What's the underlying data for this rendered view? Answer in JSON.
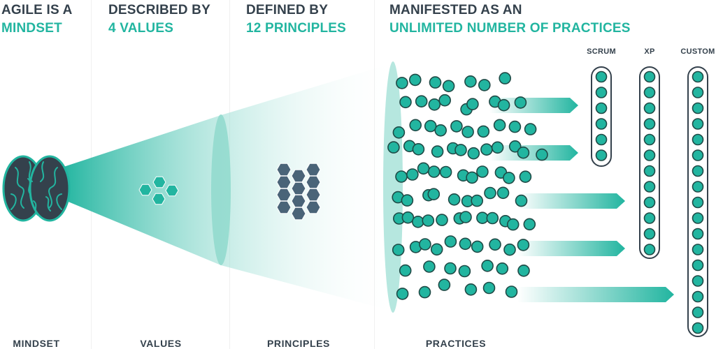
{
  "headings": {
    "mindset": {
      "line1": "AGILE IS A",
      "line2": "MINDSET"
    },
    "values": {
      "line1": "DESCRIBED BY",
      "line2": "4 VALUES"
    },
    "principles": {
      "line1": "DEFINED BY",
      "line2": "12 PRINCIPLES"
    },
    "practices": {
      "line1": "MANIFESTED AS AN",
      "line2": "UNLIMITED NUMBER OF PRACTICES"
    }
  },
  "frameworks": {
    "scrum": "SCRUM",
    "xp": "XP",
    "custom": "CUSTOM"
  },
  "footer": {
    "mindset": "MINDSET",
    "values": "VALUES",
    "principles": "PRINCIPLES",
    "practices": "PRACTICES"
  },
  "colors": {
    "teal": "#22b5a0",
    "dark": "#34414c",
    "slate": "#4a6478"
  },
  "icons": {
    "mindset": "brain-icon",
    "values": "hexagon-cluster-icon",
    "principles": "hexagon-grid-icon",
    "practices": "practice-dot-icon"
  }
}
